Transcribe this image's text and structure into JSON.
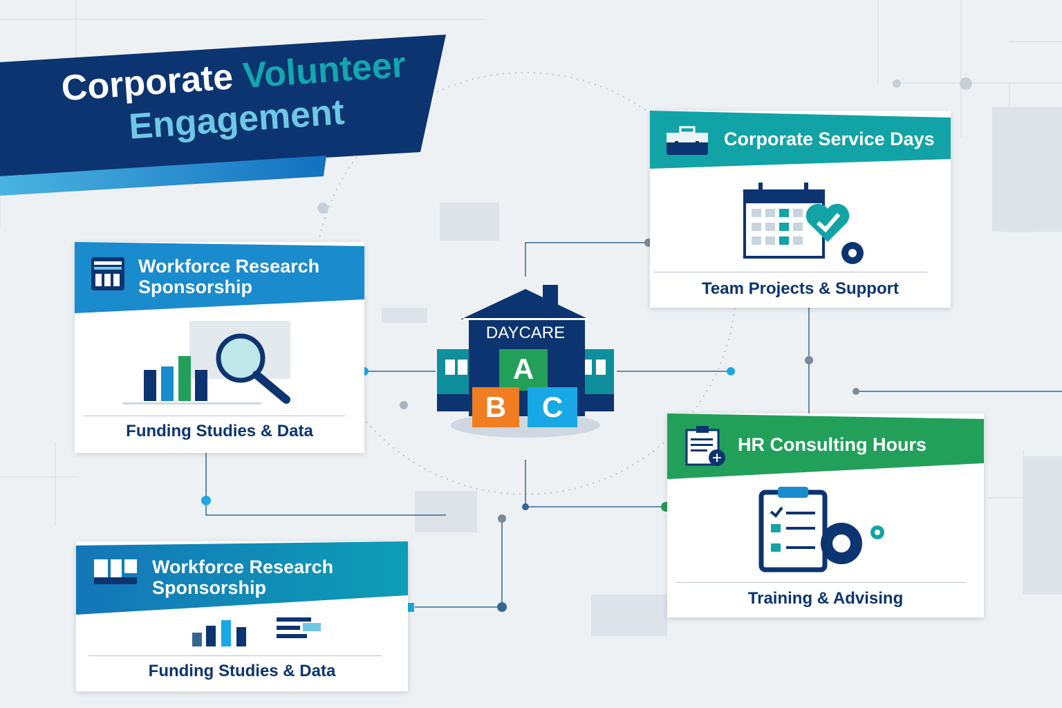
{
  "title": {
    "word1": "Corporate",
    "word2": "Volunteer",
    "word3": "Engagement"
  },
  "center": {
    "label": "DAYCARE",
    "blocks": [
      "A",
      "B",
      "C"
    ]
  },
  "cards": [
    {
      "title": "Workforce Research Sponsorship",
      "subtitle": "Funding Studies & Data",
      "icon": "report-icon",
      "color": "#1a8bcc"
    },
    {
      "title": "Corporate Service Days",
      "subtitle": "Team Projects & Support",
      "icon": "briefcase-icon",
      "color": "#12a3a6"
    },
    {
      "title": "HR Consulting Hours",
      "subtitle": "Training & Advising",
      "icon": "clipboard-icon",
      "color": "#22a05a"
    },
    {
      "title": "Workforce Research Sponsorship",
      "subtitle": "Funding Studies & Data",
      "icon": "puzzle-icon",
      "color": "#0e9db5"
    }
  ]
}
